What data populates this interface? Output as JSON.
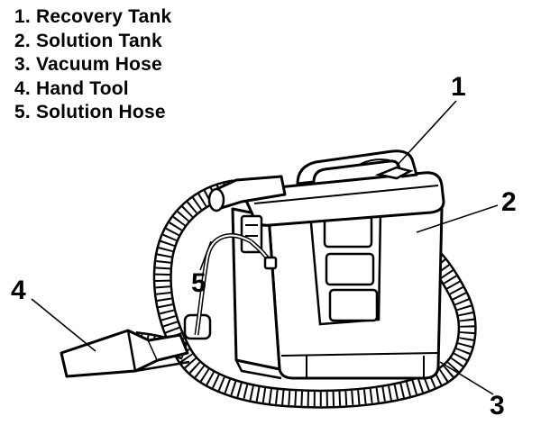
{
  "legend": [
    {
      "label": "1. Recovery Tank"
    },
    {
      "label": "2. Solution Tank"
    },
    {
      "label": "3. Vacuum Hose"
    },
    {
      "label": "4. Hand Tool"
    },
    {
      "label": "5. Solution Hose"
    }
  ],
  "callouts": {
    "recovery_tank": "1",
    "solution_tank": "2",
    "vacuum_hose": "3",
    "hand_tool": "4",
    "solution_hose": "5"
  }
}
